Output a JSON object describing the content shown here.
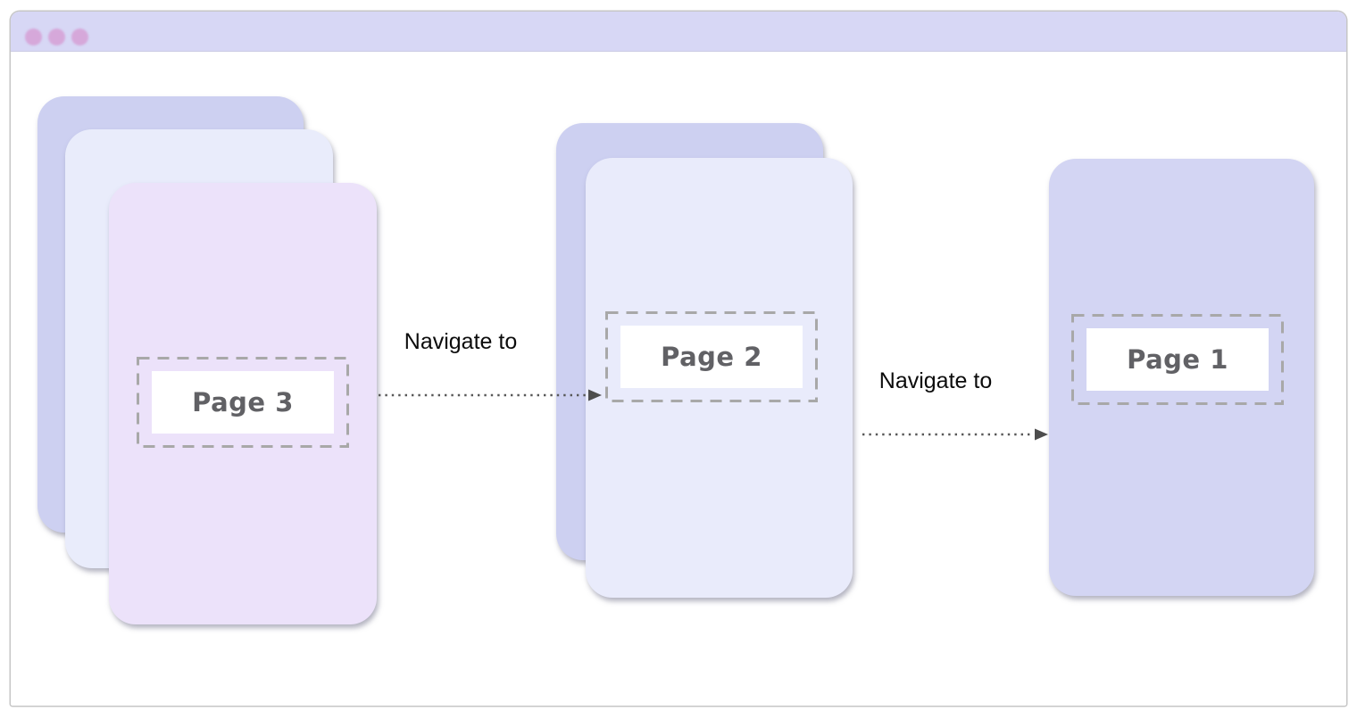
{
  "window": {
    "type": "browser-mockup",
    "controls_count": 3
  },
  "pages": [
    {
      "label": "Page 3",
      "stack_layers": 3
    },
    {
      "label": "Page 2",
      "stack_layers": 2
    },
    {
      "label": "Page 1",
      "stack_layers": 1
    }
  ],
  "arrows": [
    {
      "label": "Navigate to",
      "from": "Page 3",
      "to": "Page 2"
    },
    {
      "label": "Navigate to",
      "from": "Page 2",
      "to": "Page 1"
    }
  ],
  "colors": {
    "titlebar": "#d7d7f5",
    "window_control_dot": "#d6a8da",
    "card_back": "#cdd0f1",
    "card_light_lavender": "#e9ebfb",
    "card_pink_lavender": "#ece2fa",
    "card_periwinkle": "#d3d5f3",
    "dashed_border": "#a8a8a8",
    "page_label_text": "#616165",
    "arrow": "#4d4d4d",
    "caption_text": "#0b0b0b"
  }
}
